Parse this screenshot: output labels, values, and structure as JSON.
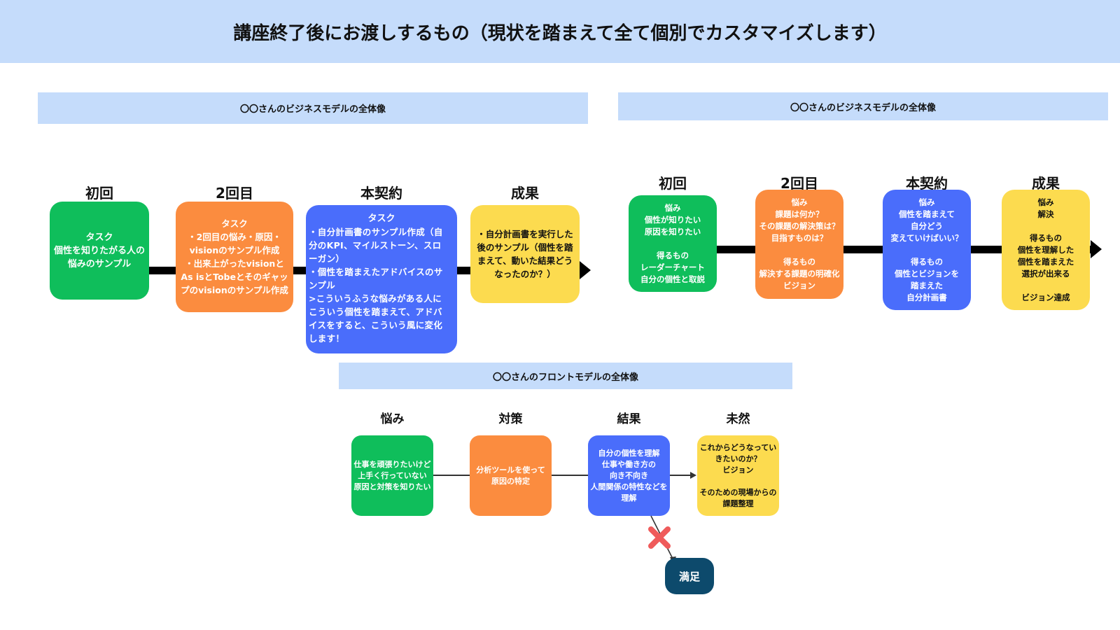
{
  "title": "講座終了後にお渡しするもの（現状を踏まえて全て個別でカスタマイズします）",
  "section_left": {
    "header": "〇〇さんのビジネスモデルの全体像",
    "steps": [
      {
        "label": "初回",
        "text": "タスク\n個性を知りたがる人の\n悩みのサンプル"
      },
      {
        "label": "2回目",
        "text": "タスク\n・2回目の悩み・原因・\nvisionのサンプル作成\n・出来上がったvisionと\nAs isとTobeとそのギャッ\nプのvisionのサンプル作成"
      },
      {
        "label": "本契約",
        "heading": "タスク",
        "text": "・自分計画書のサンプル作成（自\n分のKPI、マイルストーン、スロ\nーガン）\n・個性を踏まえたアドバイスのサ\nンプル\n>こういうふうな悩みがある人に\nこういう個性を踏まえて、アドバ\nイスをすると、こういう風に変化\nします！"
      },
      {
        "label": "成果",
        "text": "・自分計画書を実行した\n後のサンプル（個性を踏\nまえて、動いた結果どう\nなったのか？）"
      }
    ]
  },
  "section_right": {
    "header": "〇〇さんのビジネスモデルの全体像",
    "steps": [
      {
        "label": "初回",
        "text": "悩み\n個性が知りたい\n原因を知りたい\n\n得るもの\nレーダーチャート\n自分の個性と取説"
      },
      {
        "label": "2回目",
        "text": "悩み\n課題は何か？\nその課題の解決策は？\n目指すものは？\n\n得るもの\n解決する課題の明確化\nビジョン"
      },
      {
        "label": "本契約",
        "text": "悩み\n個性を踏まえて\n自分どう\n変えていけばいい？\n\n得るもの\n個性とビジョンを\n踏まえた\n自分計画書"
      },
      {
        "label": "成果",
        "text": "悩み\n解決\n\n得るもの\n個性を理解した\n個性を踏まえた\n選択が出来る\n\nビジョン達成"
      }
    ]
  },
  "section_front": {
    "header": "〇〇さんのフロントモデルの全体像",
    "steps": [
      {
        "label": "悩み",
        "text": "仕事を頑張りたいけど\n上手く行っていない\n原因と対策を知りたい"
      },
      {
        "label": "対策",
        "text": "分析ツールを使って\n原因の特定"
      },
      {
        "label": "結果",
        "text": "自分の個性を理解\n仕事や働き方の\n向き不向き\n人間関係の特性などを\n理解"
      },
      {
        "label": "未然",
        "text": "これからどうなってい\nきたいのか？\nビジョン\n\nそのための現場からの\n課題整理"
      }
    ],
    "end_node": "満足",
    "icons": {
      "cross": "cross-mark-icon"
    }
  },
  "colors": {
    "banner": "#c5dcfb",
    "green": "#0fbe5b",
    "orange": "#fb8c3f",
    "blue": "#4a6dfb",
    "yellow": "#fcdb4f",
    "navy": "#0d4a6c",
    "cross": "#ef5b5b"
  }
}
